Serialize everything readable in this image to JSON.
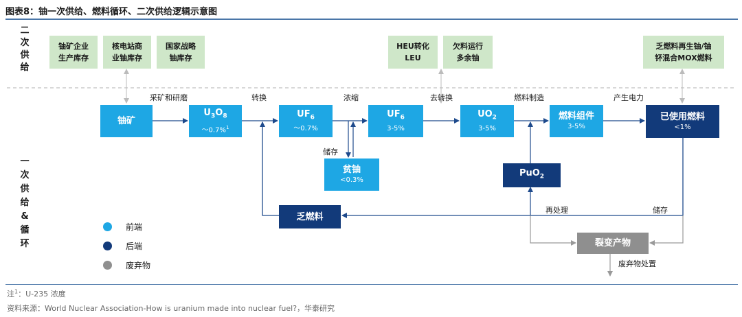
{
  "title": "图表8：铀一次供给、燃料循环、二次供给逻辑示意图",
  "sections": {
    "secondary": [
      "二",
      "次",
      "供",
      "给"
    ],
    "primary": [
      "一",
      "次",
      "供",
      "给",
      "&",
      "循",
      "环"
    ]
  },
  "secondary_sources": [
    {
      "line1": "铀矿企业",
      "line2": "生产库存"
    },
    {
      "line1": "核电站商",
      "line2": "业铀库存"
    },
    {
      "line1": "国家战略",
      "line2": "铀库存"
    },
    {
      "line1": "HEU转化",
      "line2": "LEU"
    },
    {
      "line1": "欠料运行",
      "line2": "多余铀"
    },
    {
      "line1": "乏燃料再生铀/铀",
      "line2": "钚混合MOX燃料"
    }
  ],
  "nodes": {
    "ore": {
      "main": "铀矿"
    },
    "u3o8": {
      "main_base": "U",
      "main_sub1": "3",
      "main_mid": "O",
      "main_sub2": "8",
      "sub": "～0.7%",
      "sup": "1"
    },
    "uf6_a": {
      "main_base": "UF",
      "main_sub": "6",
      "sub": "～0.7%"
    },
    "uf6_b": {
      "main_base": "UF",
      "main_sub": "6",
      "sub": "3-5%"
    },
    "uo2": {
      "main_base": "UO",
      "main_sub": "2",
      "sub": "3-5%"
    },
    "fuel": {
      "main": "燃料组件",
      "sub": "3-5%"
    },
    "spent": {
      "main": "已使用燃料",
      "sub": "<1%"
    },
    "depleted": {
      "main": "贫铀",
      "sub": "<0.3%"
    },
    "puo2": {
      "main_base": "PuO",
      "main_sub": "2"
    },
    "depleted_fuel": {
      "main": "乏燃料"
    },
    "fission": {
      "main": "裂变产物"
    }
  },
  "process_labels": {
    "mining": "采矿和研磨",
    "conversion": "转换",
    "enrichment": "浓缩",
    "deconversion": "去转换",
    "fabrication": "燃料制造",
    "power": "产生电力",
    "storage_a": "储存",
    "reprocess": "再处理",
    "storage_b": "储存",
    "disposal": "废弃物处置"
  },
  "legend": [
    {
      "label": "前端",
      "color": "#1ea7e4"
    },
    {
      "label": "后端",
      "color": "#123a7a"
    },
    {
      "label": "废弃物",
      "color": "#8f8f8f"
    }
  ],
  "notes": {
    "note_label": "注",
    "note_sup": "1",
    "note_text": "：U-235 浓度",
    "source": "资料来源：World Nuclear Association-How is uranium made into nuclear fuel?，华泰研究"
  },
  "colors": {
    "front_end": "#1ea7e4",
    "back_end": "#123a7a",
    "waste": "#8f8f8f",
    "secondary": "#cfe7c9"
  }
}
